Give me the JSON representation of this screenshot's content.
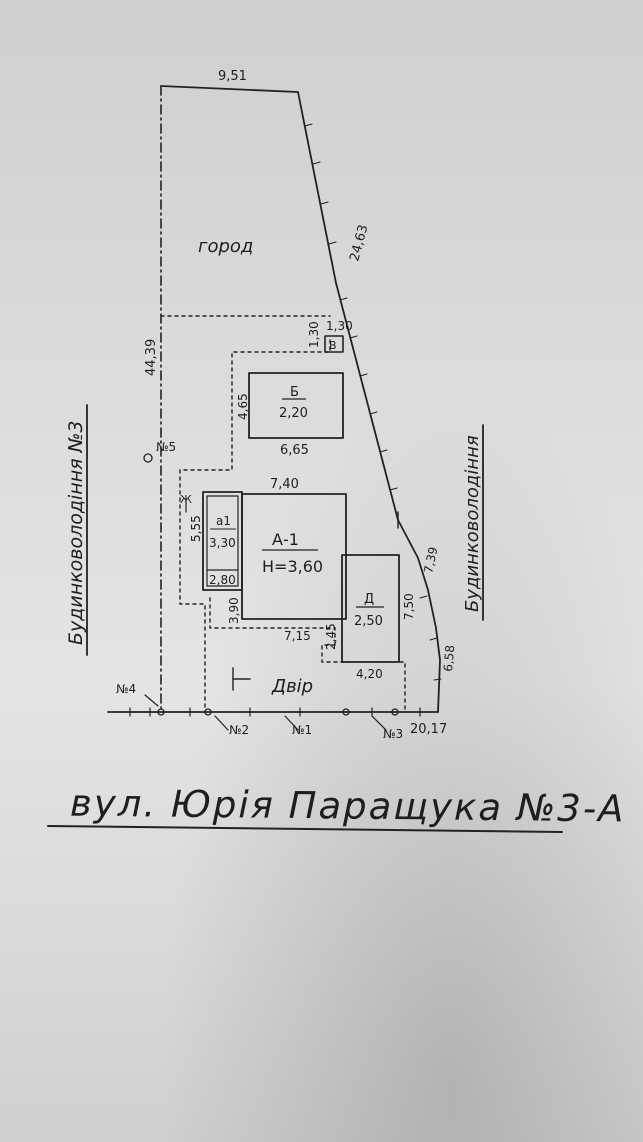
{
  "diagram": {
    "title": "вул. Юрія Паращука №3-А",
    "zones": {
      "garden": "город",
      "yard": "Двір"
    },
    "neighbors": {
      "left": "Будинковолодіння №3",
      "right": "Будинковолодіння"
    },
    "buildings": {
      "main": {
        "name": "А-1",
        "height": "Н=3,60"
      },
      "b": {
        "name": "Б",
        "height": "2,20"
      },
      "d": {
        "name": "Д",
        "height": "2,50"
      },
      "a1": {
        "name": "а1",
        "height": "3,30"
      },
      "v": {
        "name": "В"
      }
    },
    "markers": {
      "m1": "№1",
      "m2": "№2",
      "m3": "№3",
      "m4": "№4",
      "m5": "№5",
      "j": "Ж"
    },
    "dimensions": {
      "top": "9,51",
      "left": "44,39",
      "right_long": "24,63",
      "right_mid": "7,39",
      "right_low": "6,58",
      "front": "20,17",
      "v_w": "1,30",
      "v_h": "1,30",
      "b_w": "6,65",
      "b_h": "4,65",
      "main_w": "7,40",
      "main_h": "3,90",
      "main_bottom": "7,15",
      "a1_h": "5,55",
      "a1_w": "2,80",
      "d_h": "7,50",
      "d_w": "4,20",
      "d_gap": "2,45"
    }
  }
}
